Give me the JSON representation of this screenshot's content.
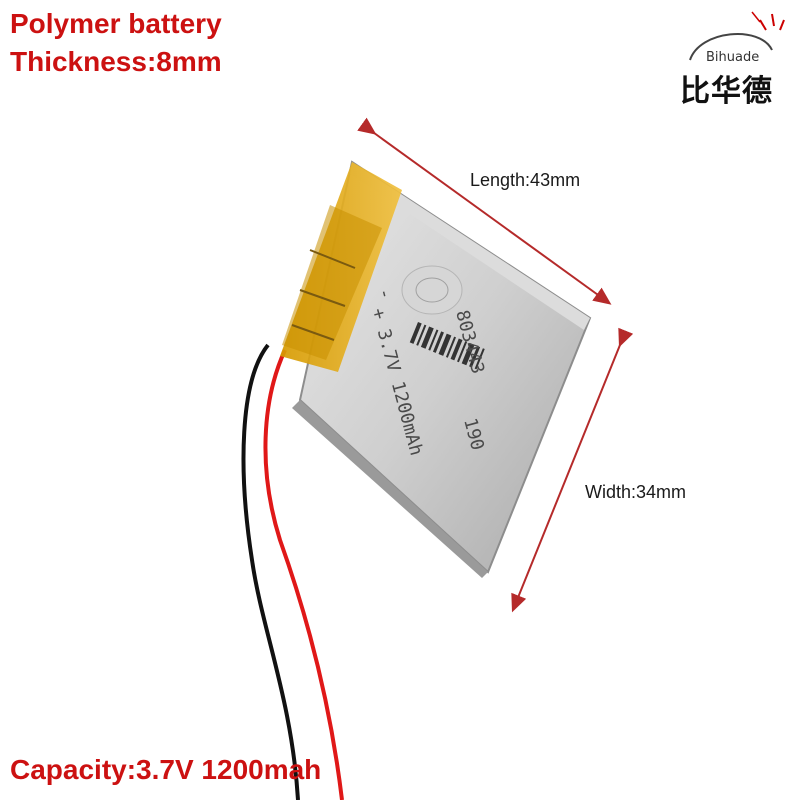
{
  "labels": {
    "title_line1": "Polymer battery",
    "title_line2": "Thickness:8mm",
    "capacity": "Capacity:3.7V  1200mah",
    "length": "Length:43mm",
    "width": "Width:34mm"
  },
  "brand": {
    "name": "Bihuade",
    "cn": "比华德"
  },
  "battery_print": {
    "model": "803443",
    "rating": "+ 3.7V 1200mAh",
    "code": "190",
    "minus": "-"
  },
  "colors": {
    "label_red": "#cc1111",
    "arrow_red": "#b52a2a",
    "wire_red": "#e01818",
    "wire_black": "#111111",
    "kapton": "#e0a800",
    "cell_silver": "#c8c8c8"
  }
}
